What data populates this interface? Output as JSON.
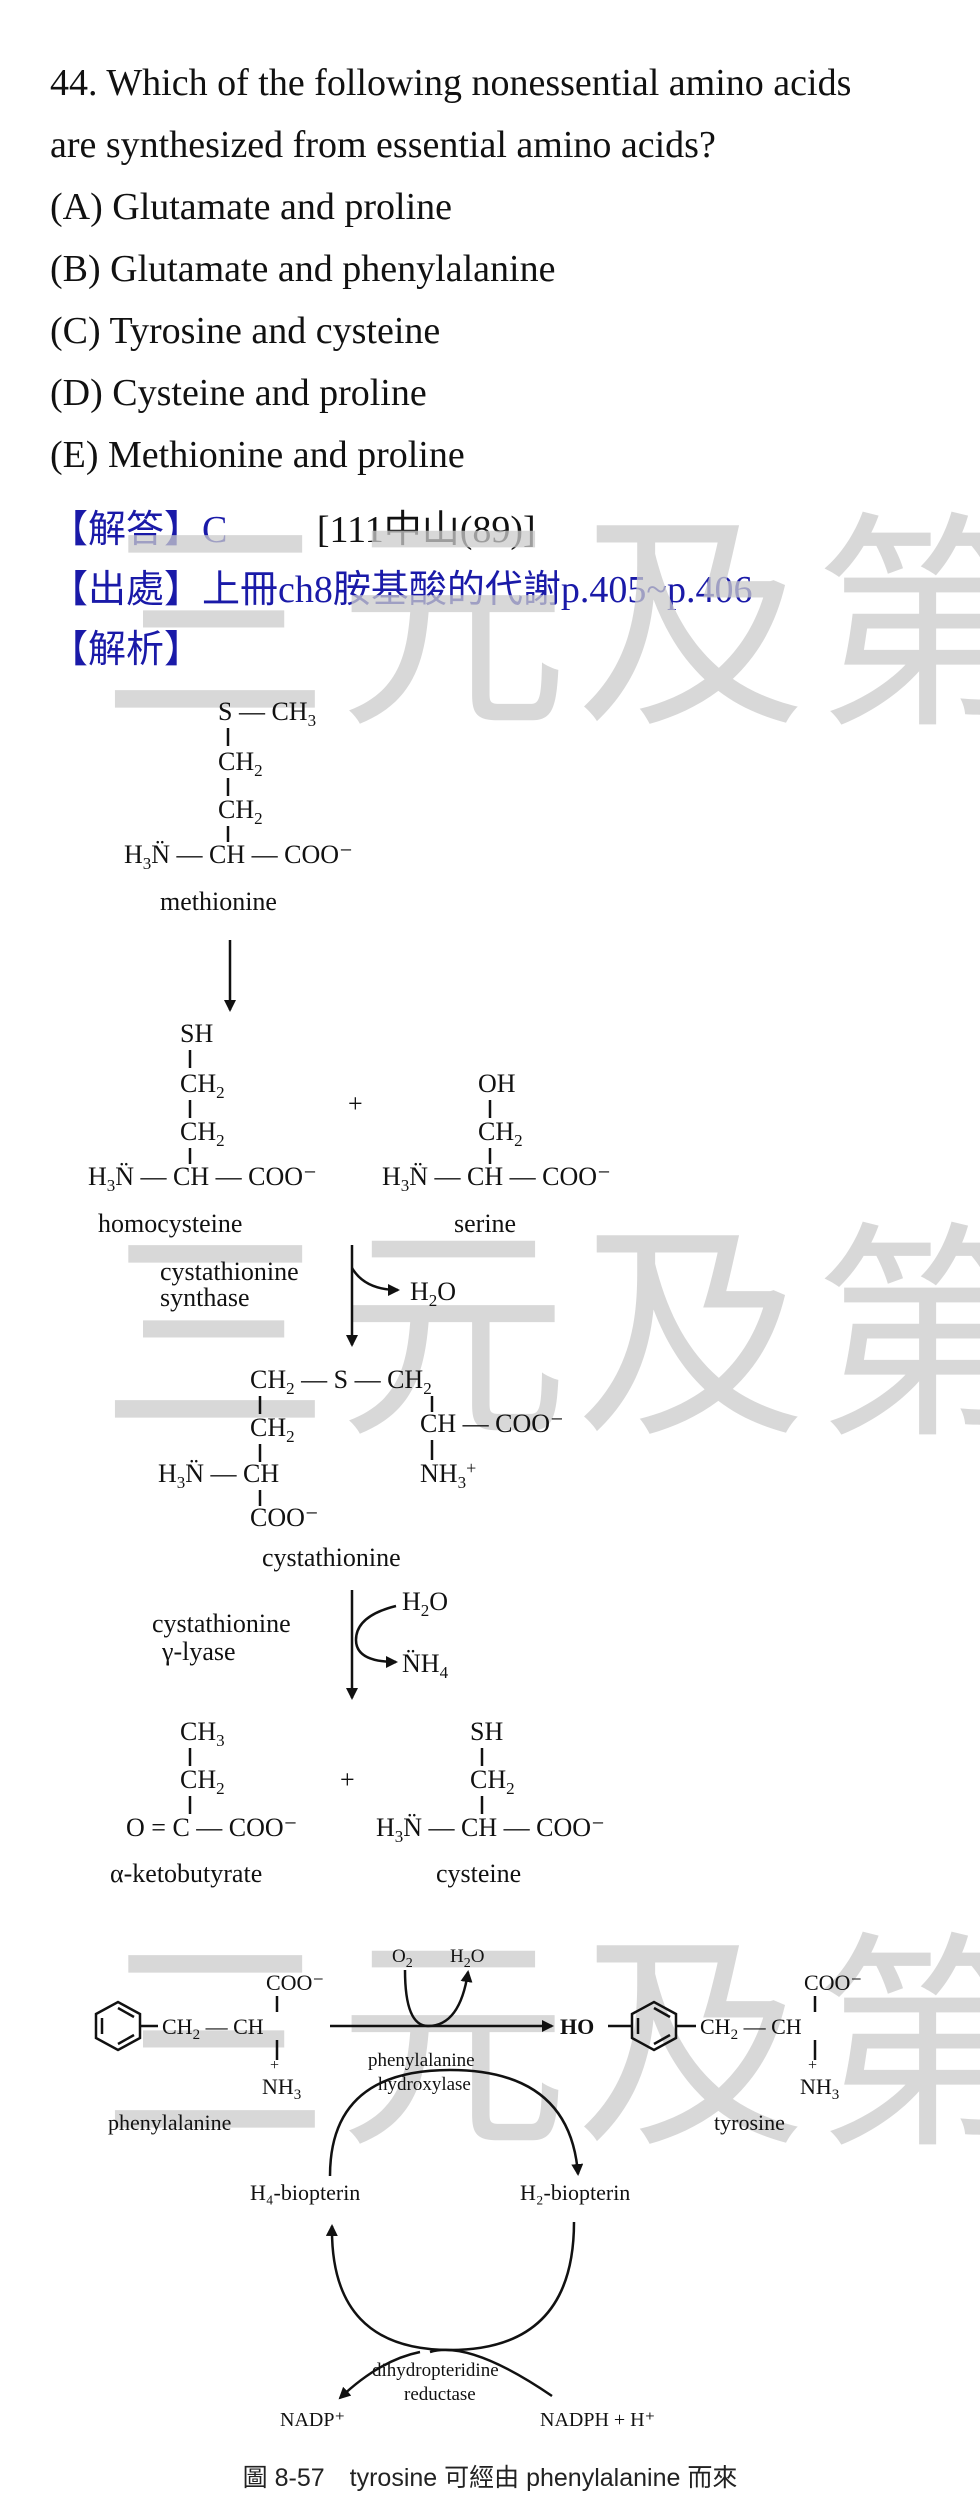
{
  "question": {
    "line1": "44. Which of the following nonessential amino acids",
    "line2": "are synthesized from essential amino acids?",
    "options": [
      "(A) Glutamate and proline",
      "(B) Glutamate and phenylalanine",
      "(C) Tyrosine and cysteine",
      "(D) Cysteine and proline",
      "(E) Methionine and proline"
    ]
  },
  "answer": {
    "answer_label": "【解答】",
    "answer_value": "C",
    "source_ref": "[111中山(89)]",
    "origin_label": "【出處】",
    "origin_value": "上冊ch8胺基酸的代謝p.405~p.406",
    "analysis_label": "【解析】"
  },
  "watermark": "三元及第",
  "diagram": {
    "methionine": "methionine",
    "homocysteine": "homocysteine",
    "serine": "serine",
    "cystathionine_synthase": [
      "cystathionine",
      "synthase"
    ],
    "cystathionine": "cystathionine",
    "cystathionine_lyase": [
      "cystathionine",
      "γ-lyase"
    ],
    "ketobutyrate": "α-ketobutyrate",
    "cysteine": "cysteine",
    "phenylalanine": "phenylalanine",
    "tyrosine": "tyrosine",
    "phenylalanine_hydroxylase": [
      "phenylalanine",
      "hydroxylase"
    ],
    "h4_biopterin": "H₄-biopterin",
    "h2_biopterin": "H₂-biopterin",
    "dhpr": [
      "dihydropteridine",
      "reductase"
    ],
    "nadp": "NADP⁺",
    "nadph": "NADPH + H⁺"
  },
  "caption": "圖 8-57　tyrosine 可經由 phenylalanine 而來"
}
